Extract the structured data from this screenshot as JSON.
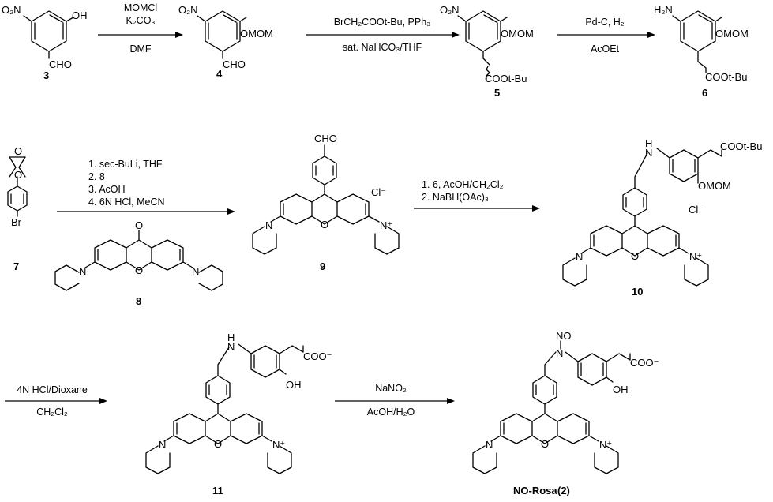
{
  "compounds": {
    "c3": {
      "number": "3",
      "labels": {
        "nitro": "O₂N",
        "hydroxy": "OH",
        "aldehyde": "CHO"
      }
    },
    "c4": {
      "number": "4",
      "labels": {
        "nitro": "O₂N",
        "ether": "OMOM",
        "aldehyde": "CHO"
      }
    },
    "c5": {
      "number": "5",
      "labels": {
        "nitro": "O₂N",
        "ether": "OMOM",
        "ester": "COOt-Bu"
      }
    },
    "c6": {
      "number": "6",
      "labels": {
        "amine": "H₂N",
        "ether": "OMOM",
        "ester": "COOt-Bu"
      }
    },
    "c7": {
      "number": "7",
      "labels": {
        "bromo": "Br",
        "o1": "O",
        "o2": "O"
      }
    },
    "c8": {
      "number": "8",
      "labels": {
        "carbonyl": "O",
        "ring_o": "O",
        "n1": "N",
        "n2": "N"
      }
    },
    "c9": {
      "number": "9",
      "labels": {
        "aldehyde": "CHO",
        "counterion": "Cl⁻",
        "ring_o": "O",
        "n1": "N",
        "n2": "N⁺"
      }
    },
    "c10": {
      "number": "10",
      "labels": {
        "nh": "H\nN",
        "ester": "COOt-Bu",
        "ether": "OMOM",
        "counterion": "Cl⁻",
        "ring_o": "O",
        "n1": "N",
        "n2": "N⁺"
      }
    },
    "c11": {
      "number": "11",
      "labels": {
        "nh": "H\nN",
        "carboxylate": "COO⁻",
        "hydroxy": "OH",
        "ring_o": "O",
        "n1": "N",
        "n2": "N⁺"
      }
    },
    "c2": {
      "name": "NO-Rosa",
      "number": "(2)",
      "labels": {
        "nitroso": "NO",
        "n": "N",
        "carboxylate": "COO⁻",
        "hydroxy": "OH",
        "ring_o": "O",
        "n1": "N",
        "n2": "N⁺"
      }
    }
  },
  "reactions": {
    "r1": {
      "above": [
        "MOMCl",
        "K₂CO₃"
      ],
      "below": [
        "DMF"
      ]
    },
    "r2": {
      "above": [
        "BrCH₂COOt-Bu, PPh₃"
      ],
      "below": [
        "sat. NaHCO₃/THF"
      ]
    },
    "r3": {
      "above": [
        "Pd-C, H₂"
      ],
      "below": [
        "AcOEt"
      ]
    },
    "r4": {
      "above": [
        "1. sec-BuLi, THF",
        "2. 8",
        "3. AcOH",
        "4. 6N HCl, MeCN"
      ],
      "below": []
    },
    "r5": {
      "above": [
        "1. 6, AcOH/CH₂Cl₂",
        "2. NaBH(OAc)₃"
      ],
      "below": []
    },
    "r6": {
      "above": [
        "4N HCl/Dioxane"
      ],
      "below": [
        "CH₂Cl₂"
      ]
    },
    "r7": {
      "above": [
        "NaNO₂"
      ],
      "below": [
        "AcOH/H₂O"
      ]
    }
  }
}
